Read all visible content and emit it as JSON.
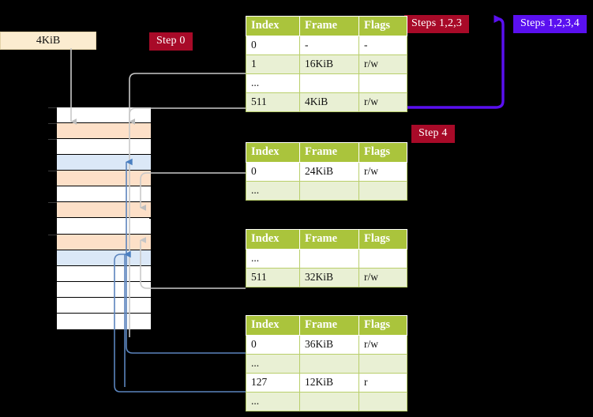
{
  "diagram": {
    "title_badges": [
      {
        "id": "step-0",
        "label": "Step 0",
        "color": "#a80a28"
      },
      {
        "id": "steps-123",
        "label": "Steps 1,2,3",
        "color": "#a80a28"
      },
      {
        "id": "steps-1234",
        "label": "Steps 1,2,3,4",
        "color": "#5a10f0"
      },
      {
        "id": "step-4",
        "label": "Step 4",
        "color": "#a80a28"
      }
    ],
    "root_pointer": {
      "label": "4KiB"
    },
    "accents": {
      "header_green": "#aac43c",
      "row_alt": "#e9f0d4",
      "highlight_yellow": "#ffff9e",
      "badge_red": "#a80a28",
      "badge_blue": "#5a10f0",
      "mem_orange": "#fde0c8",
      "mem_blue": "#dbe8f7",
      "arrow_gray": "#b9b9b9",
      "arrow_blue": "#4a7fc1",
      "connector_gray": "#c9c9c9",
      "connector_blue": "#5b84bd"
    },
    "columns": [
      "Index",
      "Frame",
      "Flags"
    ],
    "tables": [
      {
        "id": "table-pml4",
        "rows": [
          {
            "index": "0",
            "frame": "-",
            "flags": "-",
            "alt": false,
            "highlight": false
          },
          {
            "index": "1",
            "frame": "16KiB",
            "flags": "r/w",
            "alt": true,
            "highlight": false
          },
          {
            "index": "...",
            "frame": "",
            "flags": "",
            "alt": false,
            "highlight": false
          },
          {
            "index": "511",
            "frame": "4KiB",
            "flags": "r/w",
            "alt": true,
            "highlight": true
          }
        ]
      },
      {
        "id": "table-pdpt",
        "rows": [
          {
            "index": "0",
            "frame": "24KiB",
            "flags": "r/w",
            "alt": false,
            "highlight": false
          },
          {
            "index": "...",
            "frame": "",
            "flags": "",
            "alt": true,
            "highlight": false
          }
        ]
      },
      {
        "id": "table-pd",
        "rows": [
          {
            "index": "...",
            "frame": "",
            "flags": "",
            "alt": false,
            "highlight": false
          },
          {
            "index": "511",
            "frame": "32KiB",
            "flags": "r/w",
            "alt": true,
            "highlight": false
          }
        ]
      },
      {
        "id": "table-pt",
        "rows": [
          {
            "index": "0",
            "frame": "36KiB",
            "flags": "r/w",
            "alt": false,
            "highlight": false
          },
          {
            "index": "...",
            "frame": "",
            "flags": "",
            "alt": true,
            "highlight": false
          },
          {
            "index": "127",
            "frame": "12KiB",
            "flags": "r",
            "alt": false,
            "highlight": false
          },
          {
            "index": "...",
            "frame": "",
            "flags": "",
            "alt": true,
            "highlight": false
          }
        ]
      }
    ],
    "memory_blocks": [
      {
        "id": "mem-0",
        "fill": "white",
        "tick": true
      },
      {
        "id": "mem-1",
        "fill": "orange",
        "tick": true
      },
      {
        "id": "mem-2",
        "fill": "white",
        "tick": true
      },
      {
        "id": "mem-3",
        "fill": "blue",
        "tick": false
      },
      {
        "id": "mem-4",
        "fill": "orange",
        "tick": true
      },
      {
        "id": "mem-5",
        "fill": "white",
        "tick": false
      },
      {
        "id": "mem-6",
        "fill": "orange",
        "tick": true
      },
      {
        "id": "mem-7",
        "fill": "white",
        "tick": false
      },
      {
        "id": "mem-8",
        "fill": "orange",
        "tick": true
      },
      {
        "id": "mem-9",
        "fill": "blue",
        "tick": false
      },
      {
        "id": "mem-10",
        "fill": "white",
        "tick": false
      },
      {
        "id": "mem-11",
        "fill": "white",
        "tick": false
      },
      {
        "id": "mem-12",
        "fill": "white",
        "tick": false
      },
      {
        "id": "mem-13",
        "fill": "white",
        "tick": false
      }
    ]
  }
}
